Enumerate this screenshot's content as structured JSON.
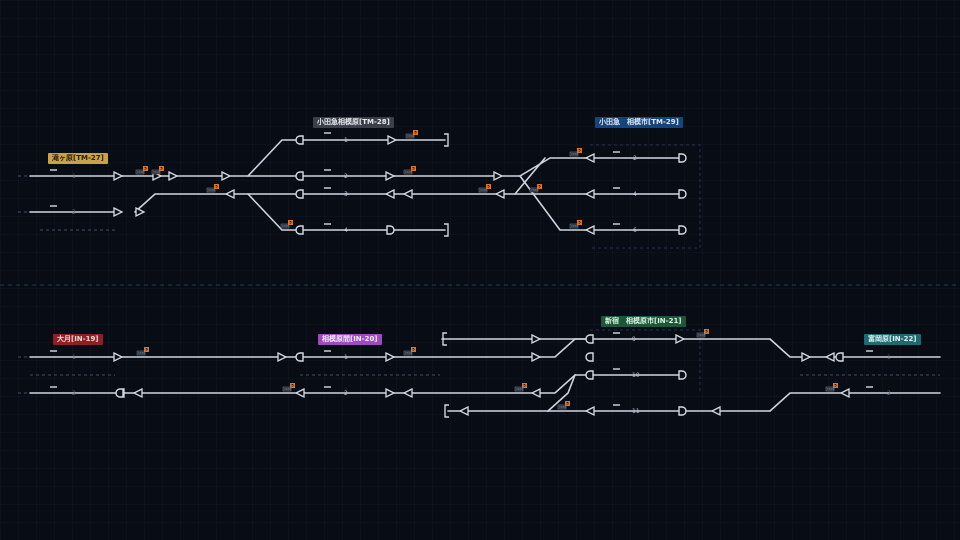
{
  "colors": {
    "background": "#080c14",
    "track": "#cfd5de",
    "badge": "#e0762a",
    "label_gold": "#c9a24a",
    "label_gray": "#3b4048",
    "label_blue": "#16457e",
    "label_red": "#8e1f24",
    "label_purple": "#9b4cbf",
    "label_green": "#1c5838",
    "label_teal": "#1d6a70"
  },
  "stations": [
    {
      "name": "滝ヶ原[TM-27]"
    },
    {
      "name": "小田急相模原[TM-28]"
    },
    {
      "name": "小田急　相模市[TM-29]"
    },
    {
      "name": "大月[IN-19]"
    },
    {
      "name": "相模原間[IN-20]"
    },
    {
      "name": "新宿　相模原市[IN-21]"
    },
    {
      "name": "富岡原[IN-22]"
    }
  ],
  "track_numbers": {
    "s27": [
      "1",
      "2"
    ],
    "s28": [
      "1",
      "2",
      "3",
      "4"
    ],
    "s29": [
      "2",
      "4",
      "6"
    ],
    "s19": [
      "1",
      "2"
    ],
    "s20": [
      "1",
      "2"
    ],
    "s21": [
      "9",
      "10",
      "11"
    ],
    "s22": [
      "1",
      "2"
    ]
  },
  "tag_text": "0000",
  "badge_text": "5"
}
